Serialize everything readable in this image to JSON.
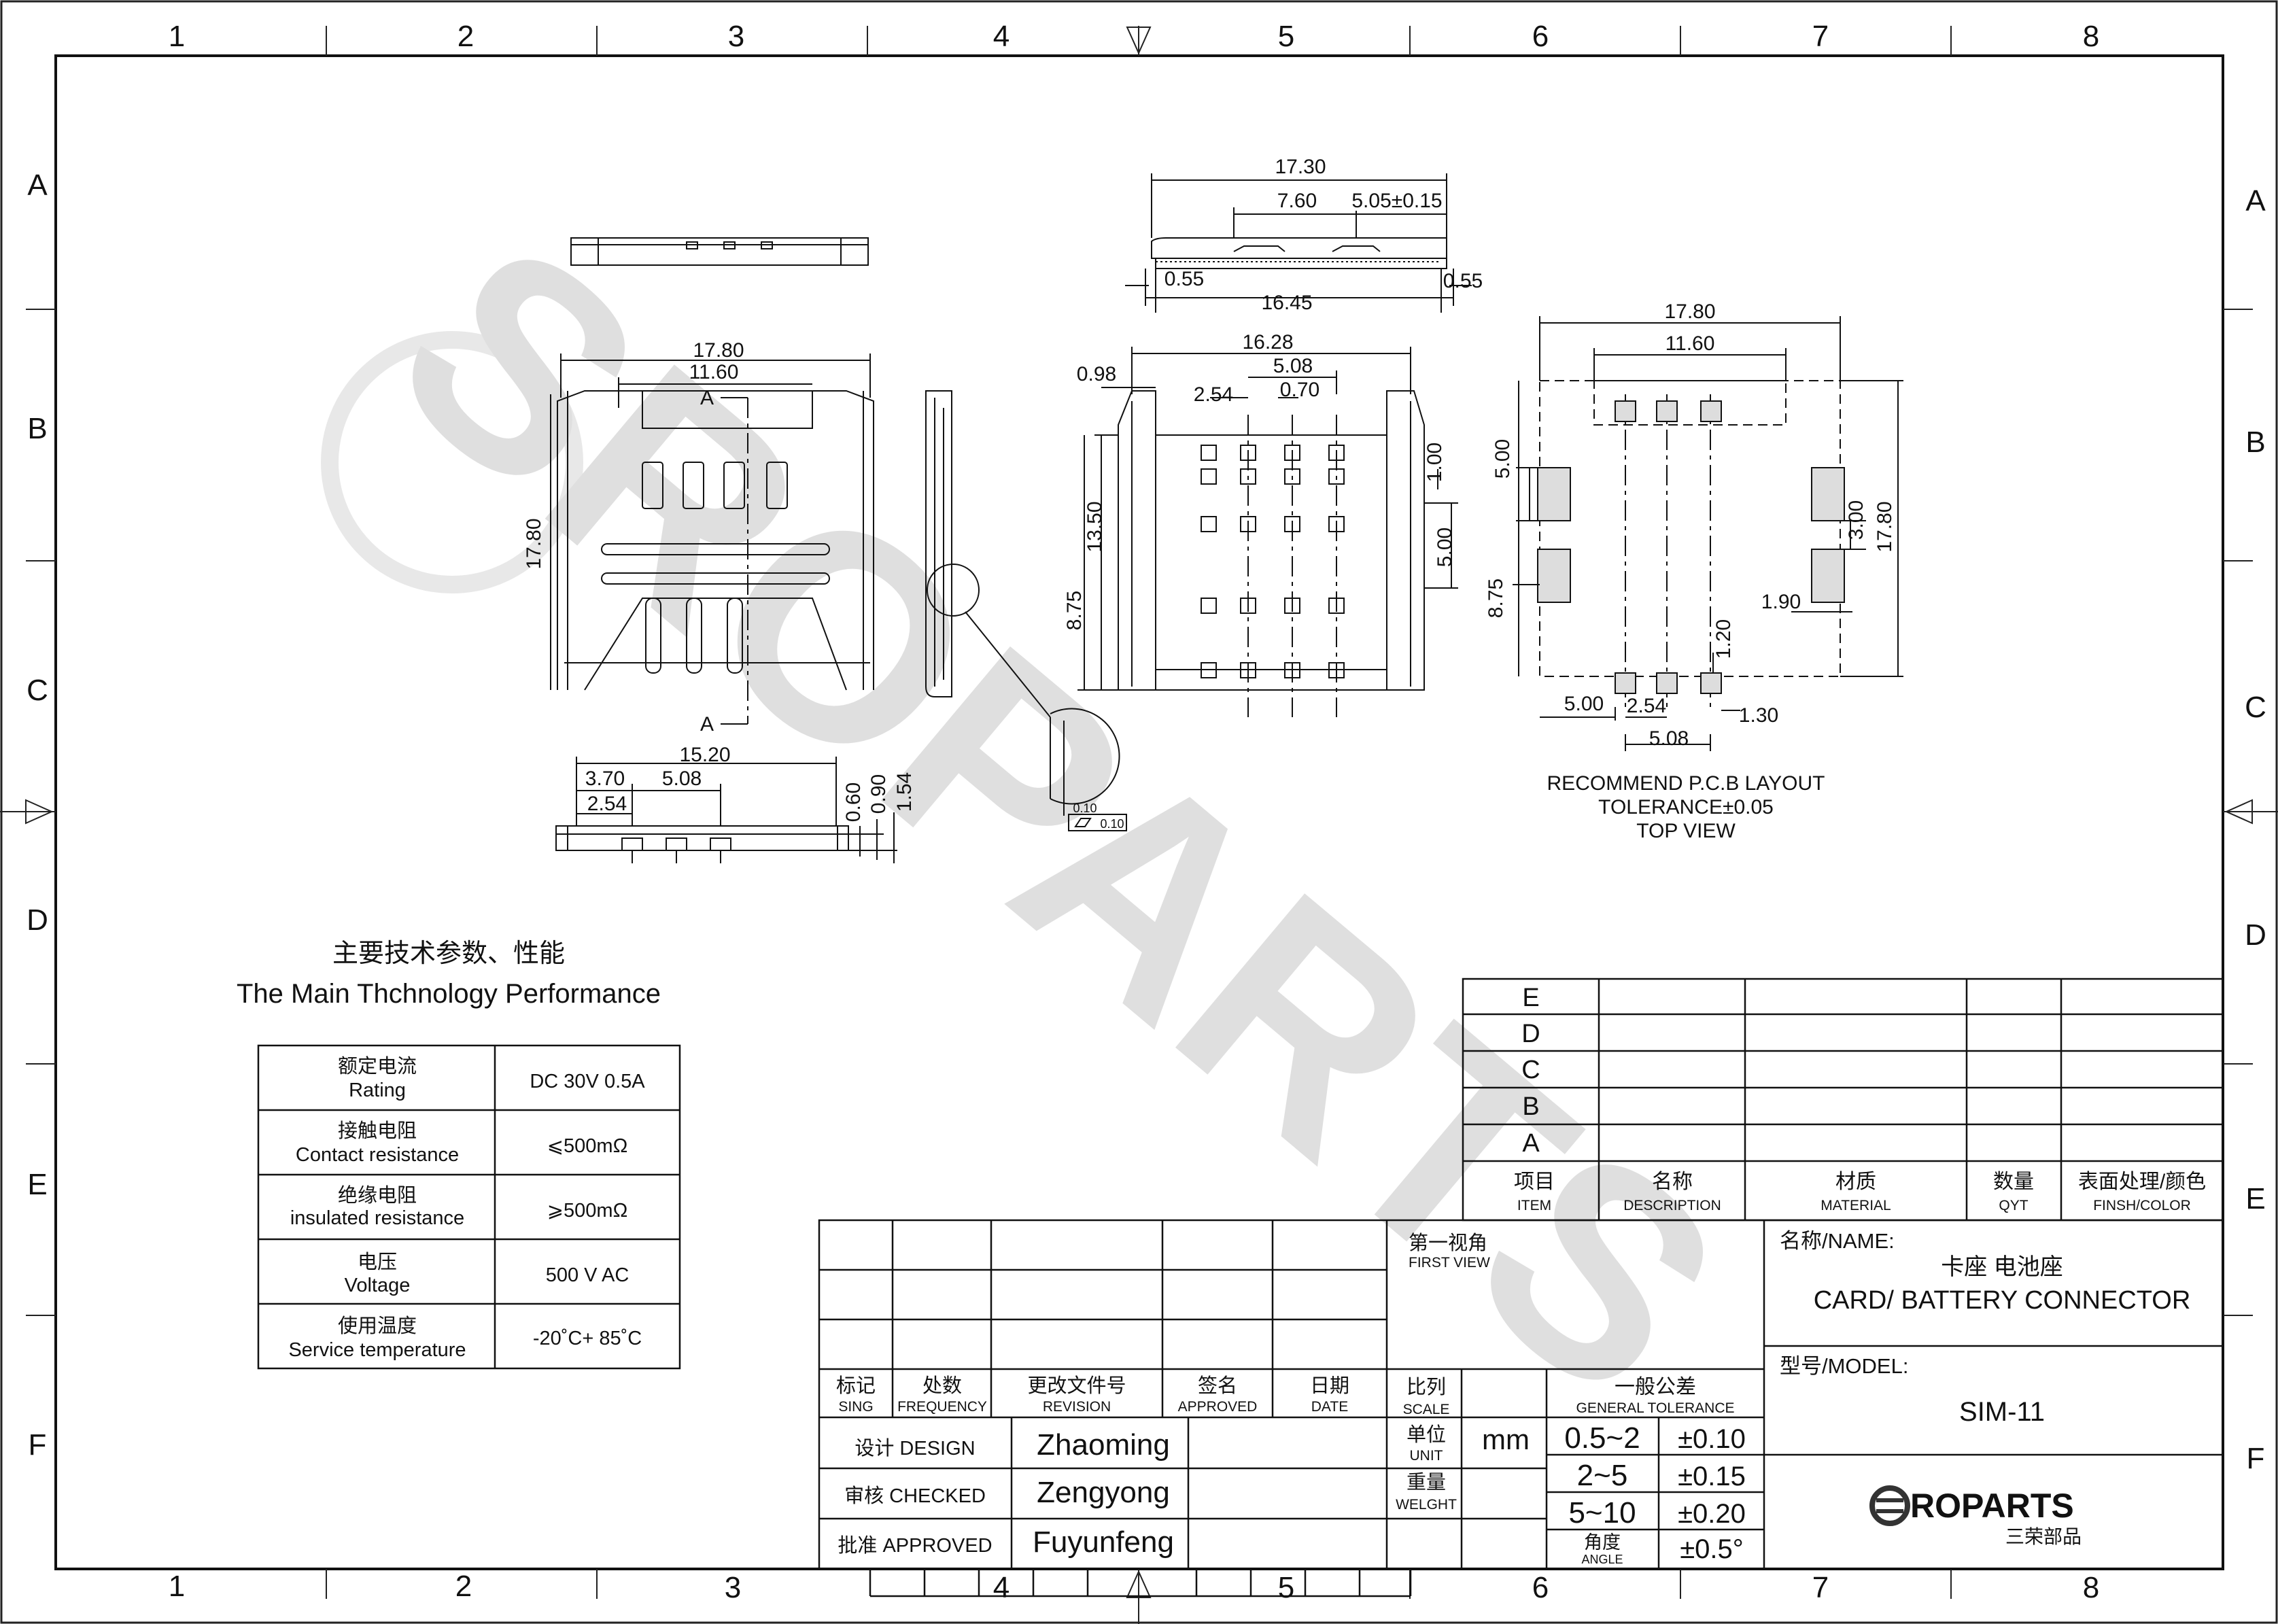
{
  "border": {
    "columns_top": [
      "1",
      "2",
      "3",
      "4",
      "5",
      "6",
      "7",
      "8"
    ],
    "columns_bottom": [
      "1",
      "2",
      "3",
      "4",
      "5",
      "6",
      "7",
      "8"
    ],
    "rows_left": [
      "A",
      "B",
      "C",
      "D",
      "E",
      "F"
    ],
    "rows_right": [
      "A",
      "B",
      "C",
      "D",
      "E",
      "F"
    ]
  },
  "watermark": {
    "text": "SROPARTS"
  },
  "side_view": {
    "dims": {
      "d1730": "17.30",
      "d760": "7.60",
      "d505": "5.05±0.15",
      "d055a": "0.55",
      "d055b": "0.55",
      "d1645": "16.45"
    }
  },
  "top_view": {
    "dims": {
      "w1780": "17.80",
      "w1160": "11.60",
      "h1780": "17.80",
      "sect_a_top": "A",
      "sect_a_bottom": "A"
    }
  },
  "bottom_view": {
    "dims": {
      "w1628": "16.28",
      "d098": "0.98",
      "d508": "5.08",
      "d254": "2.54",
      "d070": "0.70",
      "d100": "1.00",
      "d1350": "13.50",
      "d500": "5.00",
      "d875": "8.75"
    }
  },
  "front_view": {
    "dims": {
      "d1520": "15.20",
      "d370": "3.70",
      "d508": "5.08",
      "d254": "2.54",
      "d060": "0.60",
      "d090": "0.90",
      "d154": "1.54"
    }
  },
  "detail": {
    "d010": "0.10",
    "d010b": "0.10"
  },
  "pcb_layout": {
    "dims": {
      "w1780": "17.80",
      "w1160": "11.60",
      "d500v": "5.00",
      "d875": "8.75",
      "d300": "3.00",
      "d1780v": "17.80",
      "d190": "1.90",
      "d120": "1.20",
      "d500h": "5.00",
      "d254": "2.54",
      "d130": "1.30",
      "d508": "5.08"
    },
    "caption1": "RECOMMEND P.C.B LAYOUT",
    "caption2": "TOLERANCE±0.05",
    "caption3": "TOP VIEW"
  },
  "performance": {
    "title_cn": "主要技术参数、性能",
    "title_en": "The Main Thchnology Performance",
    "rows": [
      {
        "cn": "额定电流",
        "en": "Rating",
        "value": "DC 30V 0.5A"
      },
      {
        "cn": "接触电阻",
        "en": "Contact resistance",
        "value": "⩽500mΩ"
      },
      {
        "cn": "绝缘电阻",
        "en": "insulated resistance",
        "value": "⩾500mΩ"
      },
      {
        "cn": "电压",
        "en": "Voltage",
        "value": "500 V AC"
      },
      {
        "cn": "使用温度",
        "en": "Service temperature",
        "value": "-20˚C+ 85˚C"
      }
    ]
  },
  "bom": {
    "rows": [
      "E",
      "D",
      "C",
      "B",
      "A"
    ],
    "headers": [
      {
        "cn": "项目",
        "en": "ITEM"
      },
      {
        "cn": "名称",
        "en": "DESCRIPTION"
      },
      {
        "cn": "材质",
        "en": "MATERIAL"
      },
      {
        "cn": "数量",
        "en": "QYT"
      },
      {
        "cn": "表面处理/颜色",
        "en": "FINSH/COLOR"
      }
    ]
  },
  "title_block": {
    "rev_headers": [
      {
        "cn": "标记",
        "en": "SING"
      },
      {
        "cn": "处数",
        "en": "FREQUENCY"
      },
      {
        "cn": "更改文件号",
        "en": "REVISION"
      },
      {
        "cn": "签名",
        "en": "APPROVED"
      },
      {
        "cn": "日期",
        "en": "DATE"
      }
    ],
    "first_view_cn": "第一视角",
    "first_view_en": "FIRST VIEW",
    "signoffs": [
      {
        "label": "设计 DESIGN",
        "name": "Zhaoming"
      },
      {
        "label": "审核 CHECKED",
        "name": "Zengyong"
      },
      {
        "label": "批准 APPROVED",
        "name": "Fuyunfeng"
      }
    ],
    "scale_cn": "比列",
    "scale_en": "SCALE",
    "unit_cn": "单位",
    "unit_en": "UNIT",
    "unit_value": "mm",
    "weight_cn": "重量",
    "weight_en": "WELGHT",
    "tol_title_cn": "一般公差",
    "tol_title_en": "GENERAL TOLERANCE",
    "tolerances": [
      {
        "range": "0.5~2",
        "tol": "±0.10"
      },
      {
        "range": "2~5",
        "tol": "±0.15"
      },
      {
        "range": "5~10",
        "tol": "±0.20"
      }
    ],
    "angle_cn": "角度",
    "angle_en": "ANGLE",
    "angle_tol": "±0.5°",
    "name_label": "名称/NAME:",
    "name_cn": "卡座 电池座",
    "name_en": "CARD/ BATTERY CONNECTOR",
    "model_label": "型号/MODEL:",
    "model": "SIM-11",
    "logo_text": "ROPARTS",
    "logo_cn": "三荣部品"
  }
}
